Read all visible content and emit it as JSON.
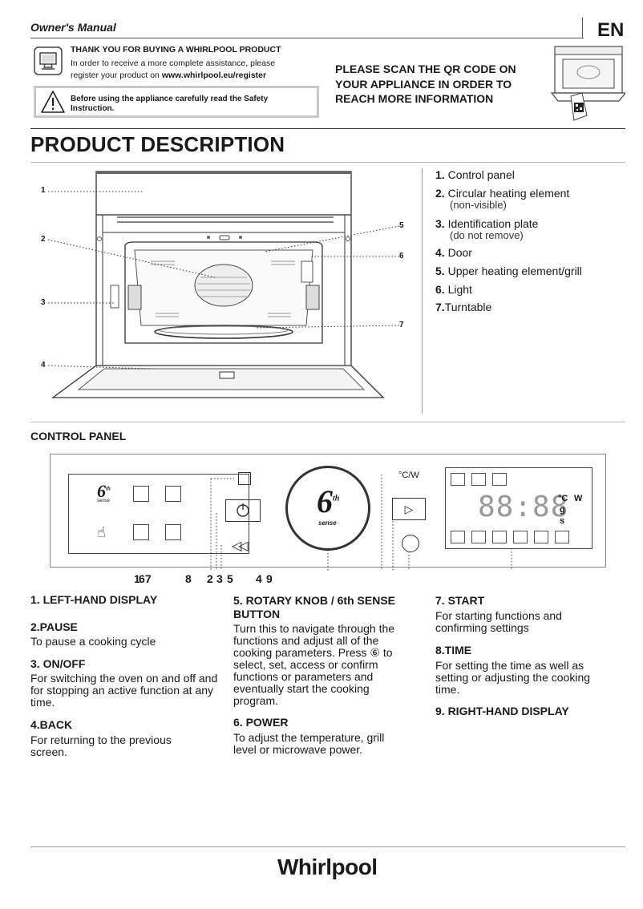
{
  "header": {
    "title": "Owner's Manual",
    "language": "EN"
  },
  "thanks": {
    "title": "THANK YOU FOR BUYING A WHIRLPOOL PRODUCT",
    "line1": "In order to receive a more complete assistance, please",
    "line2_prefix": "register your product on ",
    "line2_link": "www.whirlpool.eu/register"
  },
  "warning": {
    "text_line1": "Before using the appliance carefully read the Safety",
    "text_line2": "Instruction."
  },
  "qr_notice": {
    "line1": "PLEASE SCAN THE QR CODE ON",
    "line2": "YOUR APPLIANCE IN ORDER TO",
    "line3": "REACH MORE INFORMATION"
  },
  "product_description": {
    "title": "PRODUCT DESCRIPTION",
    "callouts": [
      "1",
      "2",
      "3",
      "4",
      "5",
      "6",
      "7"
    ],
    "parts": [
      {
        "num": "1.",
        "label": "Control panel",
        "sub": ""
      },
      {
        "num": "2.",
        "label": "Circular heating element",
        "sub": "(non-visible)"
      },
      {
        "num": "3.",
        "label": "Identification plate",
        "sub": "(do not remove)"
      },
      {
        "num": "4.",
        "label": "Door",
        "sub": ""
      },
      {
        "num": "5.",
        "label": "Upper heating element/grill",
        "sub": ""
      },
      {
        "num": "6.",
        "label": "Light",
        "sub": ""
      },
      {
        "num": "7.",
        "label": "Turntable",
        "sub": ""
      }
    ]
  },
  "control_panel": {
    "title": "CONTROL PANEL",
    "knob_brand": "6",
    "knob_sup": "th",
    "knob_word": "sense",
    "left_logo_sup": "th",
    "left_logo_word": "sense",
    "unit_label": "°C/W",
    "display_digits": "88:88",
    "display_units": {
      "c": "°C",
      "w": "W",
      "g": "g",
      "s": "s"
    },
    "number_labels": {
      "a": "1",
      "b": "6",
      "c": "7",
      "d": "8",
      "e": "2",
      "f": "3",
      "g": "5",
      "h": "4",
      "i": "9"
    }
  },
  "descriptions": {
    "col1": [
      {
        "heading": "1. LEFT-HAND DISPLAY",
        "text": ""
      },
      {
        "heading": "2.PAUSE",
        "text": "To pause a cooking cycle"
      },
      {
        "heading": "3. ON/OFF",
        "text": "For switching the oven on and off and for stopping an active function at any time."
      },
      {
        "heading": "4.BACK",
        "text": "For returning to the previous screen."
      }
    ],
    "col2": [
      {
        "heading": "5. ROTARY KNOB / 6th SENSE BUTTON",
        "text": "Turn this to navigate through the functions and adjust all of the cooking parameters. Press ⑥ to select, set, access or confirm functions or parameters and eventually start the cooking program."
      },
      {
        "heading": "6. POWER",
        "text": "To adjust the temperature, grill level or microwave power."
      }
    ],
    "col3": [
      {
        "heading": "7. START",
        "text": "For starting functions and confirming settings"
      },
      {
        "heading": "8.TIME",
        "text": "For setting the time as well as setting or adjusting the cooking time."
      },
      {
        "heading": "9. RIGHT-HAND DISPLAY",
        "text": ""
      }
    ]
  },
  "footer": {
    "brand": "Whirlpool"
  }
}
